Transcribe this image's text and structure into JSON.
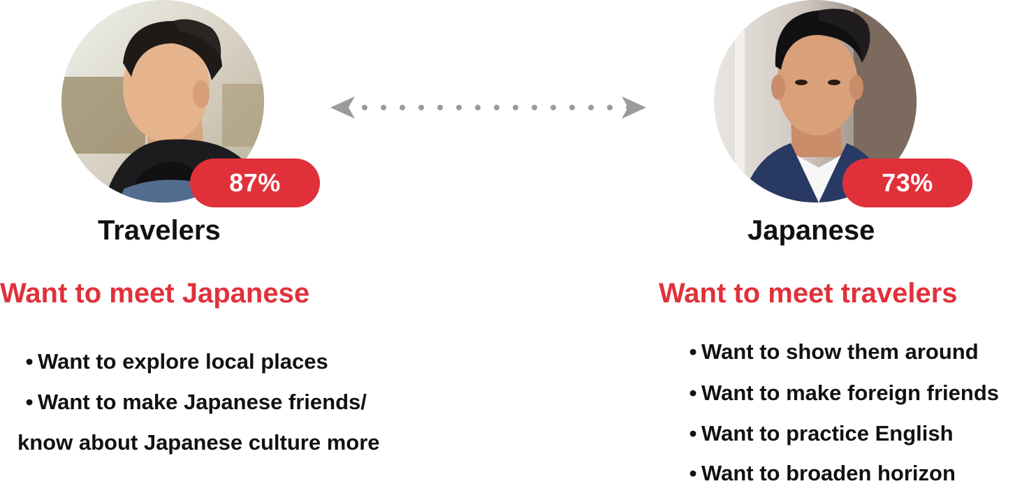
{
  "left": {
    "badge": "87%",
    "title": "Travelers",
    "heading": "Want to meet Japanese",
    "bullet_glyph": "•",
    "items": [
      "Want to explore local places",
      "Want to make Japanese friends/"
    ],
    "continuation": "know about Japanese culture more"
  },
  "right": {
    "badge": "73%",
    "title": "Japanese",
    "heading": "Want to meet travelers",
    "bullet_glyph": "•",
    "items": [
      "Want to show them around",
      "Want to make foreign friends",
      "Want to practice English",
      "Want to broaden horizon"
    ]
  },
  "colors": {
    "accent": "#e0313b",
    "text": "#111111",
    "arrow": "#9b9b9b"
  },
  "icons": {
    "connector": "double-headed-dotted-arrow-icon",
    "left_avatar": "traveler-photo",
    "right_avatar": "japanese-person-photo"
  }
}
